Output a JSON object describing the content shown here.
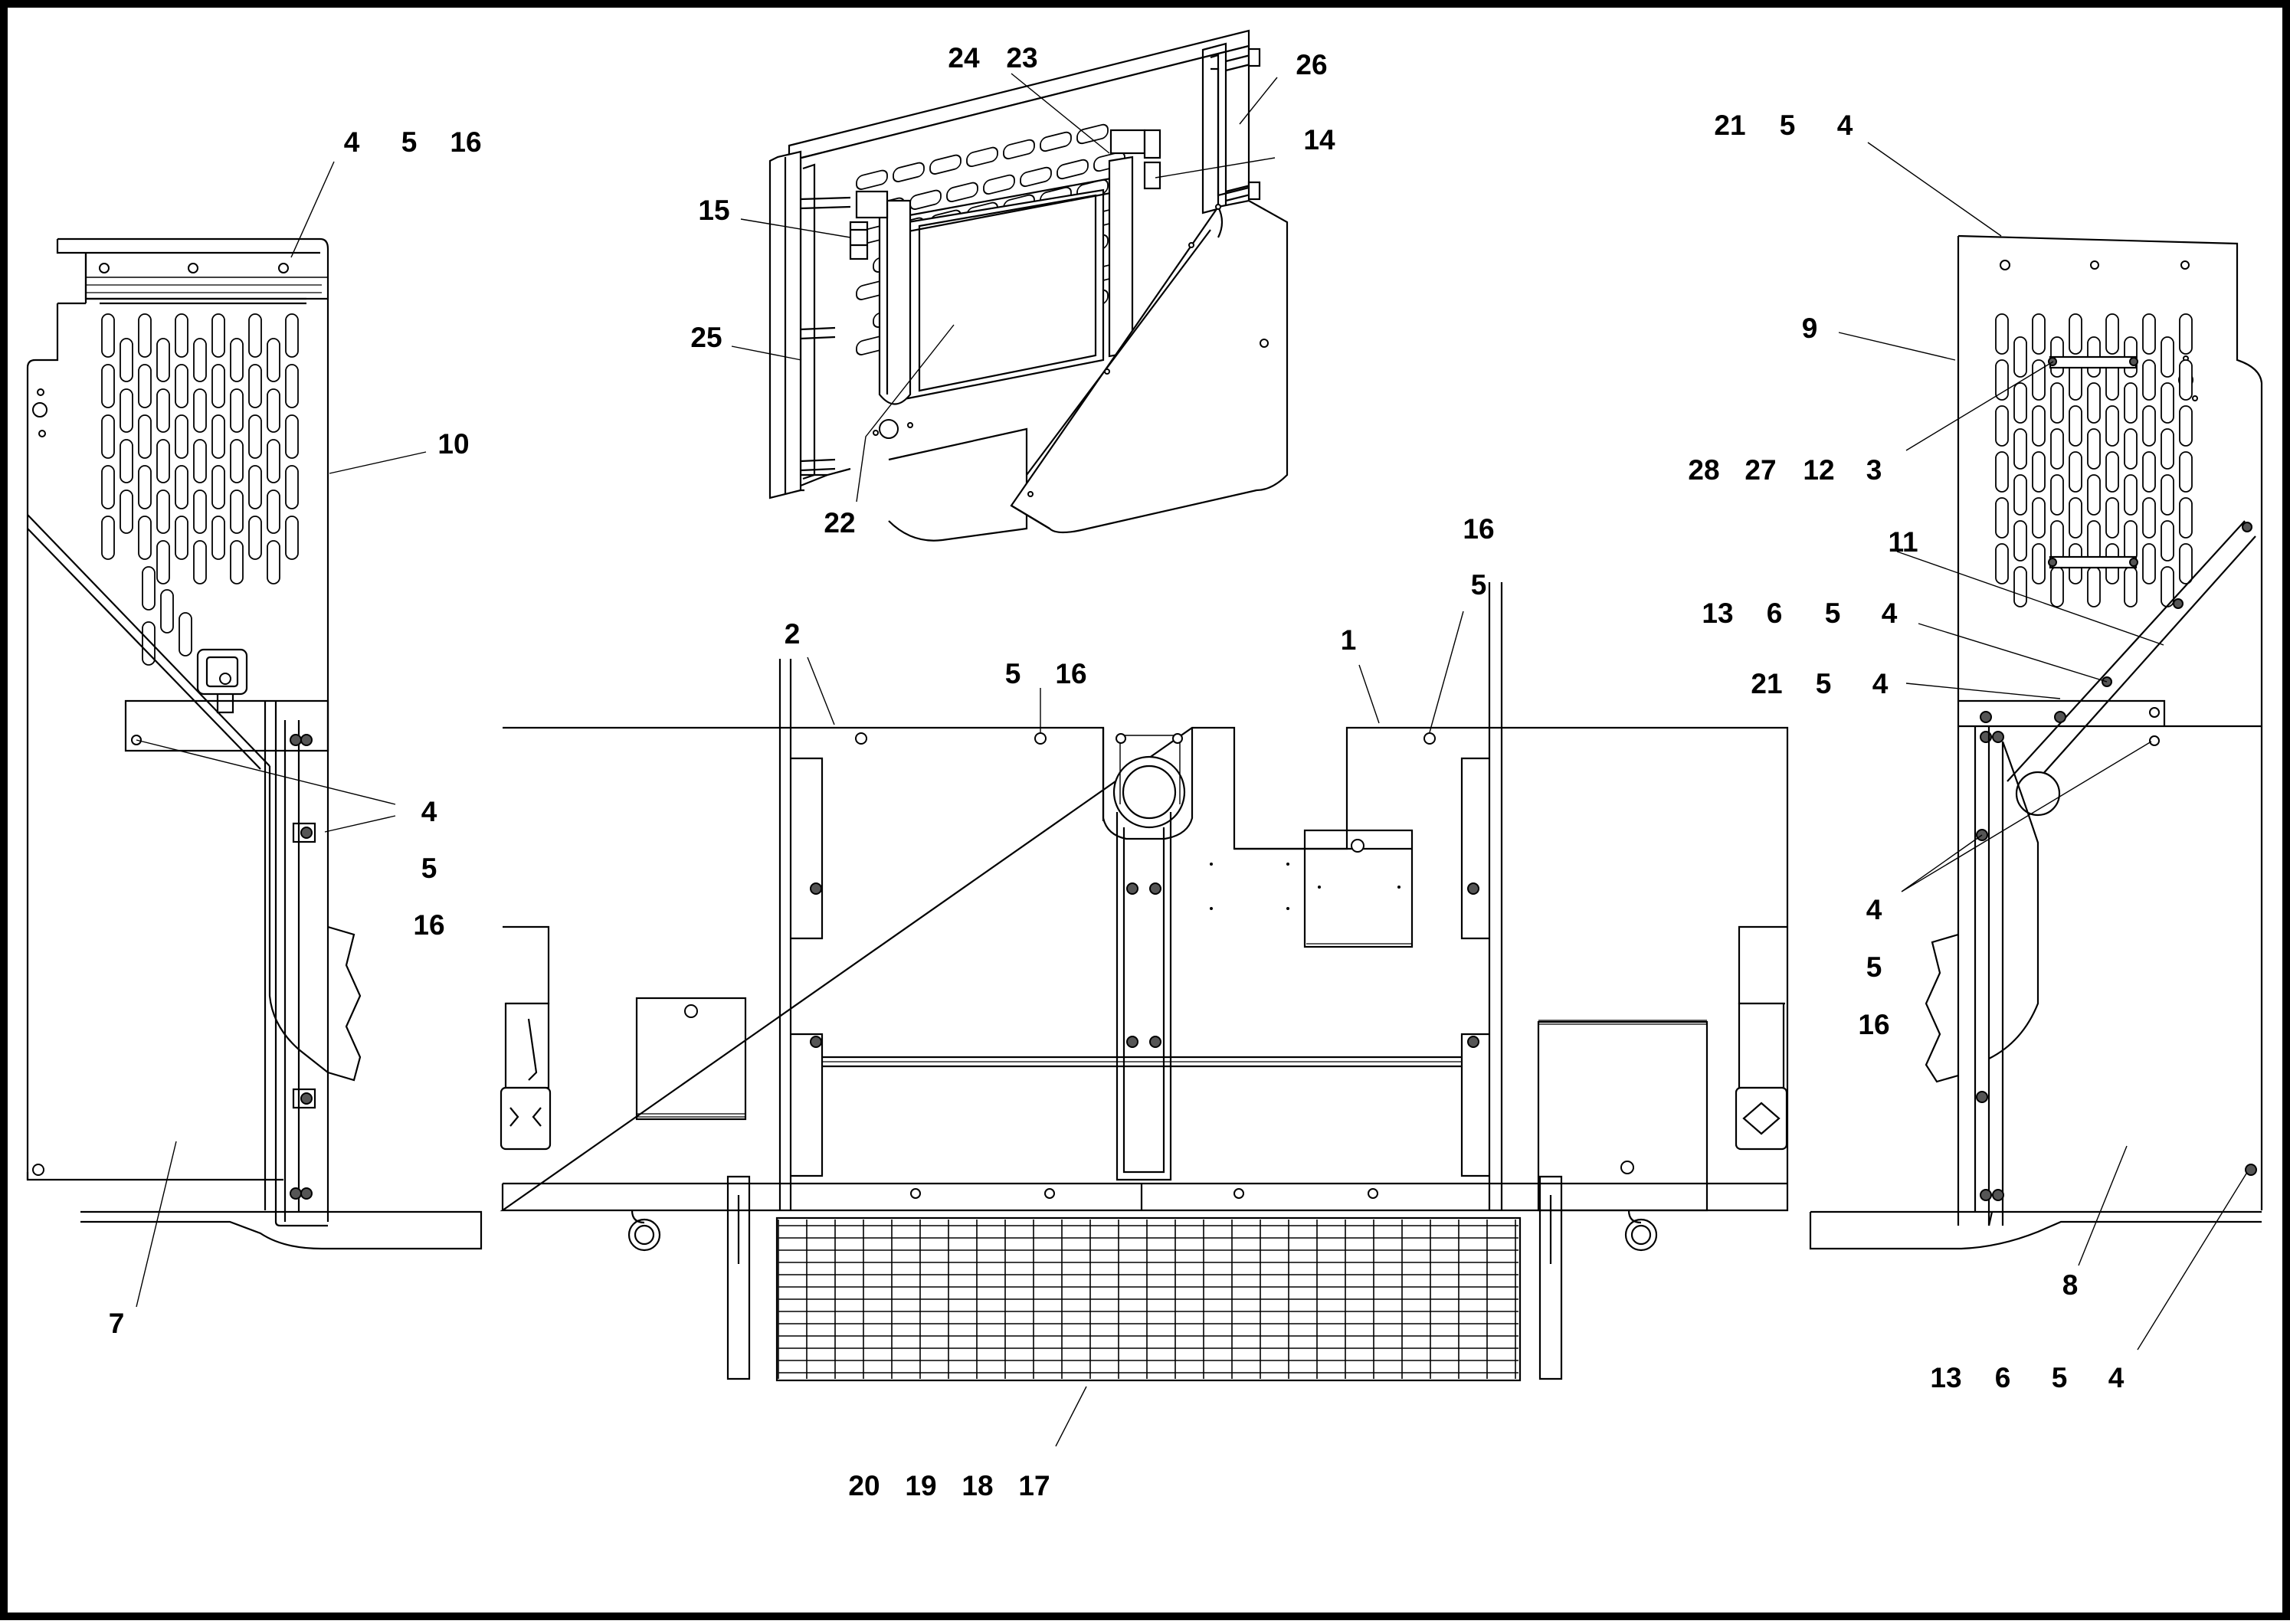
{
  "figure": "exploded parts diagram",
  "callouts": [
    {
      "id": "c-left-top",
      "labels": [
        "4",
        "5",
        "16"
      ]
    },
    {
      "id": "c-left-10",
      "labels": [
        "10"
      ]
    },
    {
      "id": "c-left-side",
      "labels": [
        "4",
        "5",
        "16"
      ]
    },
    {
      "id": "c-left-7",
      "labels": [
        "7"
      ]
    },
    {
      "id": "c-top-2423",
      "labels": [
        "24",
        "23"
      ]
    },
    {
      "id": "c-top-26",
      "labels": [
        "26"
      ]
    },
    {
      "id": "c-top-14",
      "labels": [
        "14"
      ]
    },
    {
      "id": "c-top-15",
      "labels": [
        "15"
      ]
    },
    {
      "id": "c-top-25",
      "labels": [
        "25"
      ]
    },
    {
      "id": "c-top-22",
      "labels": [
        "22"
      ]
    },
    {
      "id": "c-mid-2",
      "labels": [
        "2"
      ]
    },
    {
      "id": "c-mid-516",
      "labels": [
        "5",
        "16"
      ]
    },
    {
      "id": "c-mid-1",
      "labels": [
        "1"
      ]
    },
    {
      "id": "c-mid-16-5",
      "labels": [
        "16",
        "5"
      ]
    },
    {
      "id": "c-mid-grate",
      "labels": [
        "20",
        "19",
        "18",
        "17"
      ]
    },
    {
      "id": "c-right-top",
      "labels": [
        "21",
        "5",
        "4"
      ]
    },
    {
      "id": "c-right-9",
      "labels": [
        "9"
      ]
    },
    {
      "id": "c-right-28",
      "labels": [
        "28",
        "27",
        "12",
        "3"
      ]
    },
    {
      "id": "c-right-11",
      "labels": [
        "11"
      ]
    },
    {
      "id": "c-right-13a",
      "labels": [
        "13",
        "6",
        "5",
        "4"
      ]
    },
    {
      "id": "c-right-21b",
      "labels": [
        "21",
        "5",
        "4"
      ]
    },
    {
      "id": "c-right-side",
      "labels": [
        "4",
        "5",
        "16"
      ]
    },
    {
      "id": "c-right-8",
      "labels": [
        "8"
      ]
    },
    {
      "id": "c-right-13b",
      "labels": [
        "13",
        "6",
        "5",
        "4"
      ]
    }
  ]
}
